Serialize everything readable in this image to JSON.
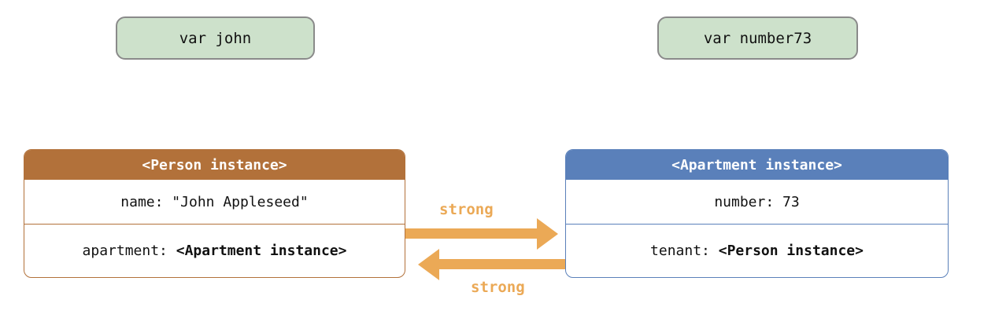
{
  "colors": {
    "green_fill": "#cde1cb",
    "green_border": "#8a8a8a",
    "person_accent": "#b2713a",
    "apartment_accent": "#5a80ba",
    "arrow_orange": "#eba956",
    "header_text": "#ffffff",
    "ink": "#111111"
  },
  "variables": [
    {
      "label": "var john"
    },
    {
      "label": "var number73"
    }
  ],
  "person_box": {
    "title": "<Person instance>",
    "rows": [
      {
        "text": "name: \"John Appleseed\""
      },
      {
        "prefix": "apartment: ",
        "bold": "<Apartment instance>"
      }
    ]
  },
  "apartment_box": {
    "title": "<Apartment instance>",
    "rows": [
      {
        "text": "number: 73"
      },
      {
        "prefix": "tenant: ",
        "bold": "<Person instance>"
      }
    ]
  },
  "arrows": {
    "top_label": "strong",
    "bottom_label": "strong"
  }
}
